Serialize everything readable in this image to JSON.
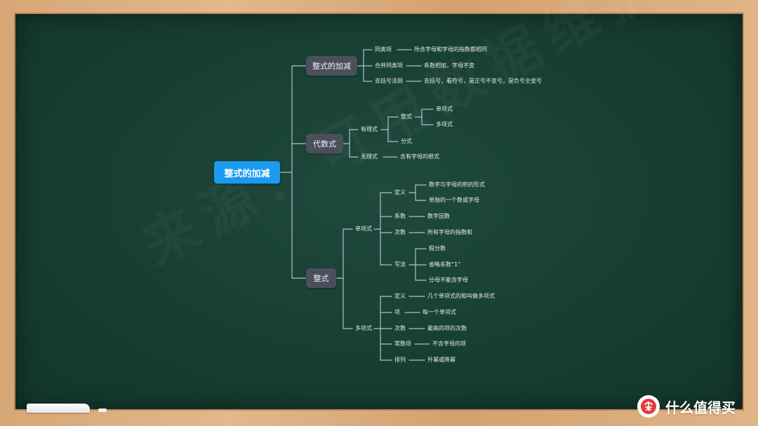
{
  "root": "整式的加减",
  "branches": {
    "jiajian": {
      "label": "整式的加减",
      "tonglei": {
        "label": "同类项",
        "desc": "所含字母和字母的指数都相同"
      },
      "hebing": {
        "label": "合并同类项",
        "desc": "系数相加，字母不变"
      },
      "kuohao": {
        "label": "去括号法则",
        "desc": "去括号，看符号，是正号不变号，是负号全变号"
      }
    },
    "daishu": {
      "label": "代数式",
      "youli": {
        "label": "有理式",
        "zhengshi": {
          "label": "整式",
          "dan": "单项式",
          "duo": "多项式"
        },
        "fenshi": "分式"
      },
      "wuli": {
        "label": "无理式",
        "desc": "含有字母的根式"
      }
    },
    "zhengshi": {
      "label": "整式",
      "danxiang": {
        "label": "单项式",
        "dingyi": {
          "label": "定义",
          "a": "数字与字母的积的形式",
          "b": "单独的一个数或字母"
        },
        "xishu": {
          "label": "系数",
          "desc": "数字因数"
        },
        "cishu": {
          "label": "次数",
          "desc": "所有字母的指数和"
        },
        "xiefa": {
          "label": "写法",
          "a": "假分数",
          "b": "省略系数“1”",
          "c": "分母不能含字母"
        }
      },
      "duoxiang": {
        "label": "多项式",
        "dingyi": {
          "label": "定义",
          "desc": "几个单项式的和叫做多项式"
        },
        "xiang": {
          "label": "项",
          "desc": "每一个单项式"
        },
        "cishu": {
          "label": "次数",
          "desc": "最高的项的次数"
        },
        "changshu": {
          "label": "常数项",
          "desc": "不含字母的项"
        },
        "pailie": {
          "label": "排列",
          "desc": "升幂或降幂"
        }
      }
    }
  },
  "brand": {
    "text": "什么值得买",
    "logo_glyph": "值"
  },
  "colors": {
    "board": "#173e32",
    "root": "#1a9bf0",
    "box": "#4b4f5c",
    "line": "#a9c4c9"
  }
}
